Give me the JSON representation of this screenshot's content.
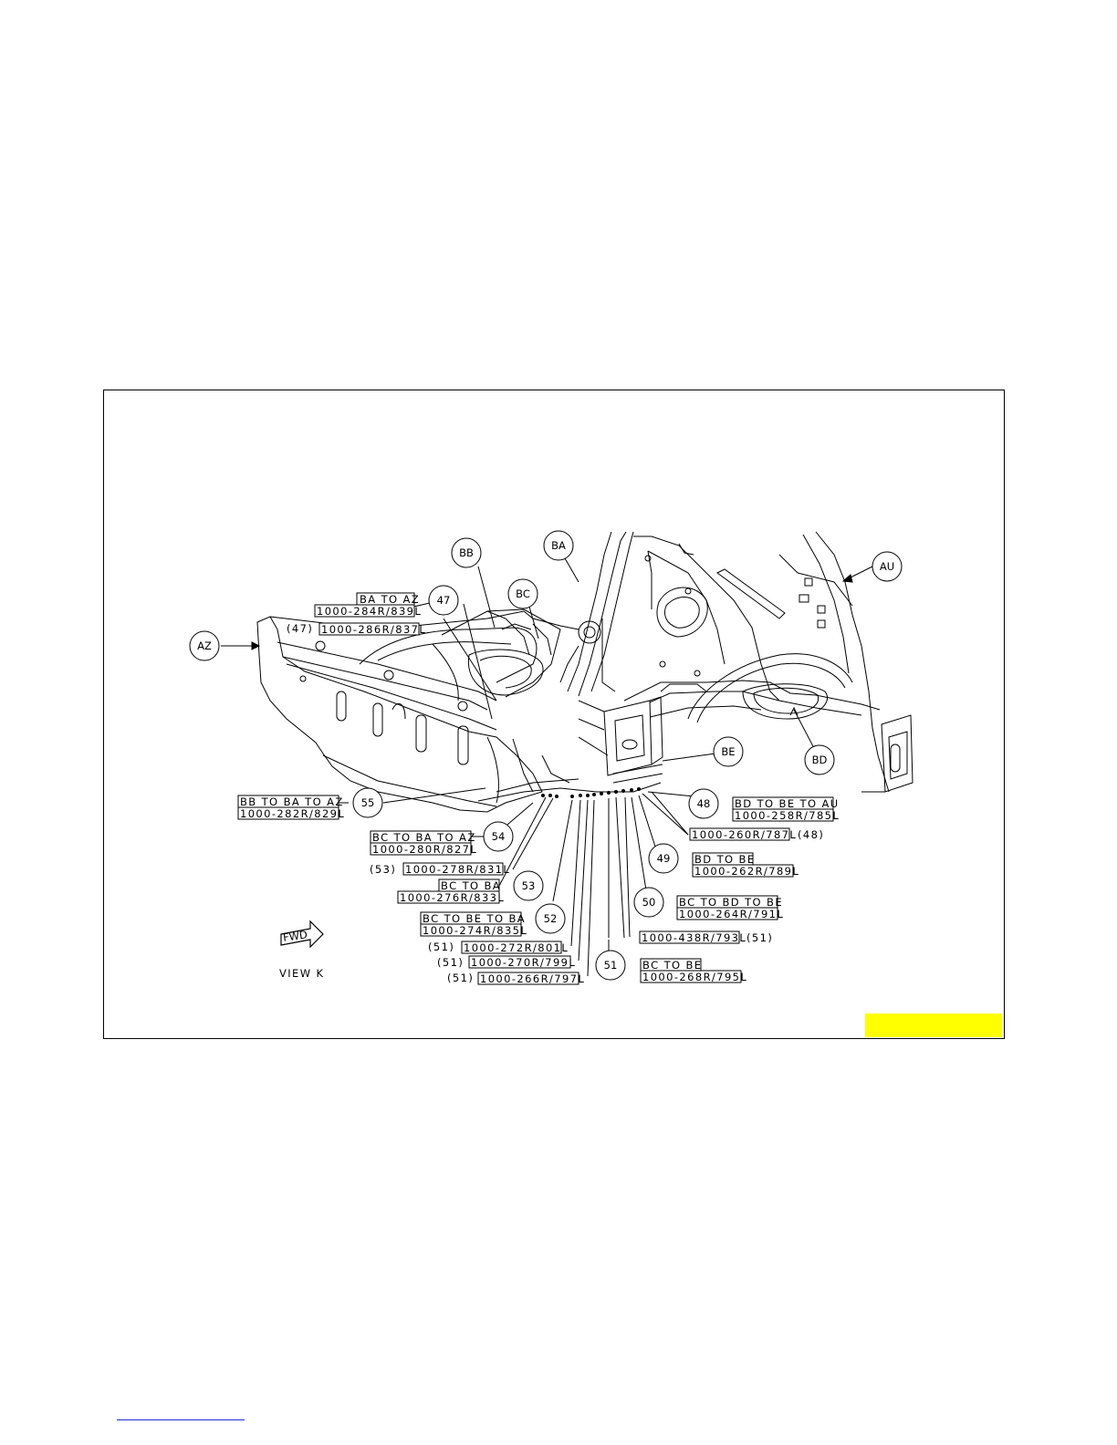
{
  "diagram": {
    "view_label": "VIEW K",
    "fwd_label": "FWD",
    "highlight_color": "#ffff00",
    "footer_rule_color": "#1c2bd8",
    "panels": {
      "az": "AZ",
      "bb": "BB",
      "ba": "BA",
      "bc": "BC",
      "au": "AU",
      "be": "BE",
      "bd": "BD"
    },
    "callouts": {
      "c47": "47",
      "c48": "48",
      "c49": "49",
      "c50": "50",
      "c51": "51",
      "c52": "52",
      "c53": "53",
      "c54": "54",
      "c55": "55"
    },
    "welds": {
      "ba_to_az": "BA TO AZ",
      "w284": "1000-284R/839L",
      "ref47": "(47)",
      "w286": "1000-286R/837L",
      "bb_ba_az": "BB TO BA TO AZ",
      "w282": "1000-282R/829L",
      "bc_ba_az": "BC TO BA TO AZ",
      "w280": "1000-280R/827L",
      "ref53": "(53)",
      "w278": "1000-278R/831L",
      "bc_ba": "BC TO BA",
      "w276": "1000-276R/833L",
      "bc_be_ba": "BC TO BE TO BA",
      "w274": "1000-274R/835L",
      "ref51_a": "(51)",
      "w272": "1000-272R/801L",
      "ref51_b": "(51)",
      "w270": "1000-270R/799L",
      "ref51_c": "(51)",
      "w266": "1000-266R/797L",
      "bd_be_au": "BD TO BE TO AU",
      "w258": "1000-258R/785L",
      "w260": "1000-260R/787L",
      "ref48": "(48)",
      "bd_be": "BD TO BE",
      "w262": "1000-262R/789L",
      "bc_bd_be": "BC TO BD TO BE",
      "w264": "1000-264R/791L",
      "w438": "1000-438R/793L",
      "ref51_d": "(51)",
      "bc_be": "BC TO BE",
      "w268": "1000-268R/795L"
    }
  }
}
